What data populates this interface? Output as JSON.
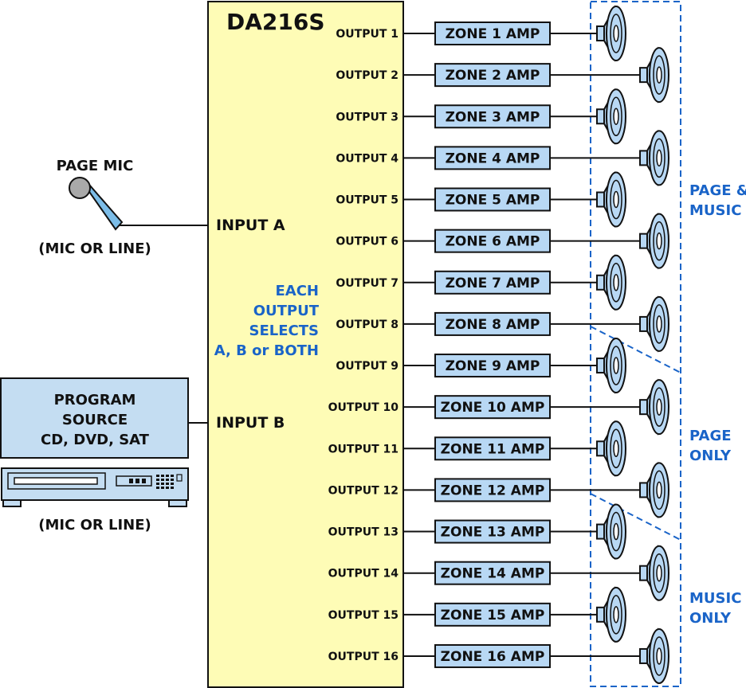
{
  "device": {
    "model": "DA216S"
  },
  "inputs": {
    "a_label": "INPUT A",
    "b_label": "INPUT B"
  },
  "page_mic": {
    "title": "PAGE MIC",
    "note": "(MIC OR LINE)"
  },
  "program_source": {
    "line1": "PROGRAM",
    "line2": "SOURCE",
    "line3": "CD, DVD, SAT",
    "note": "(MIC OR LINE)"
  },
  "select_note": [
    "EACH",
    "OUTPUT",
    "SELECTS",
    "A, B or BOTH"
  ],
  "outputs": [
    {
      "label": "OUTPUT 1",
      "amp": "ZONE 1 AMP"
    },
    {
      "label": "OUTPUT 2",
      "amp": "ZONE 2 AMP"
    },
    {
      "label": "OUTPUT 3",
      "amp": "ZONE 3 AMP"
    },
    {
      "label": "OUTPUT 4",
      "amp": "ZONE 4 AMP"
    },
    {
      "label": "OUTPUT 5",
      "amp": "ZONE 5 AMP"
    },
    {
      "label": "OUTPUT 6",
      "amp": "ZONE 6 AMP"
    },
    {
      "label": "OUTPUT 7",
      "amp": "ZONE 7 AMP"
    },
    {
      "label": "OUTPUT 8",
      "amp": "ZONE 8 AMP"
    },
    {
      "label": "OUTPUT 9",
      "amp": "ZONE 9 AMP"
    },
    {
      "label": "OUTPUT 10",
      "amp": "ZONE 10 AMP"
    },
    {
      "label": "OUTPUT 11",
      "amp": "ZONE 11 AMP"
    },
    {
      "label": "OUTPUT 12",
      "amp": "ZONE 12 AMP"
    },
    {
      "label": "OUTPUT 13",
      "amp": "ZONE 13 AMP"
    },
    {
      "label": "OUTPUT 14",
      "amp": "ZONE 14 AMP"
    },
    {
      "label": "OUTPUT 15",
      "amp": "ZONE 15 AMP"
    },
    {
      "label": "OUTPUT 16",
      "amp": "ZONE 16 AMP"
    }
  ],
  "zones": {
    "page_music": [
      "PAGE &",
      "MUSIC"
    ],
    "page_only": [
      "PAGE",
      "ONLY"
    ],
    "music_only": [
      "MUSIC",
      "ONLY"
    ]
  },
  "colors": {
    "device_fill": "#fefcb6",
    "amp_fill": "#b8d8f4",
    "source_fill": "#c4ddf2",
    "accent_blue": "#1a64c8",
    "line": "#111111"
  },
  "icons": {
    "speaker": "speaker-icon",
    "mic": "microphone-icon",
    "player": "dvd-player-icon"
  }
}
